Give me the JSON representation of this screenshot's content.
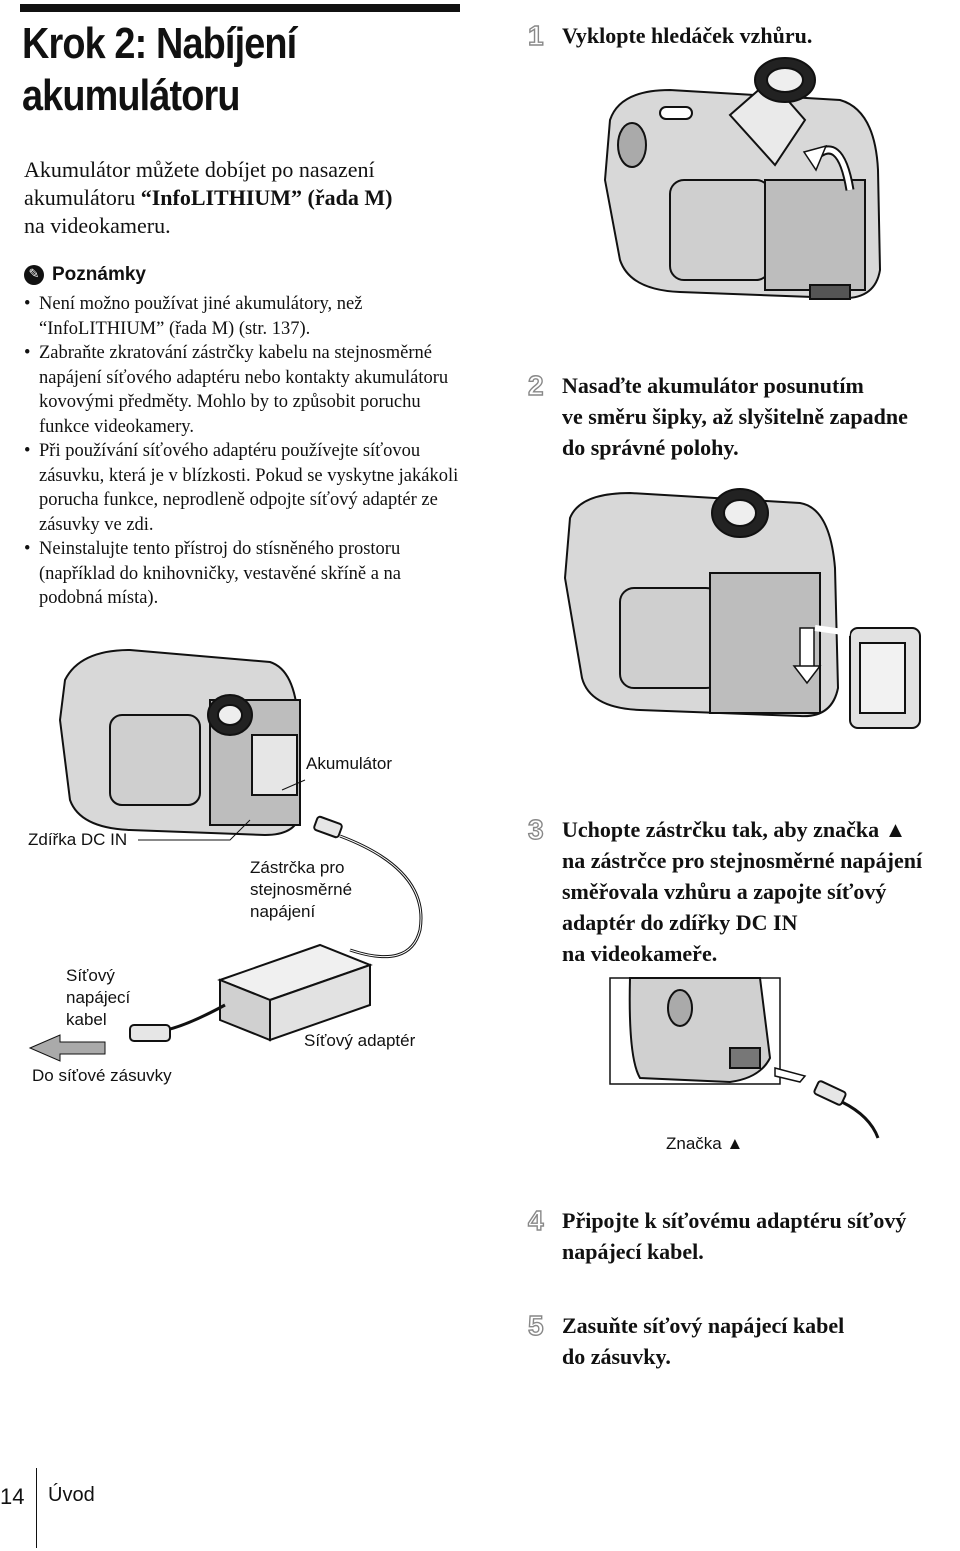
{
  "header": {
    "title_line1": "Krok 2: Nabíjení",
    "title_line2": "akumulátoru"
  },
  "intro": {
    "line1": "Akumulátor můžete dobíjet po nasazení",
    "line2_pre": "akumulátoru ",
    "line2_bold": "“InfoLITHIUM” (řada M)",
    "line3": "na videokameru."
  },
  "notes": {
    "heading": "Poznámky",
    "icon": "note-icon",
    "items": [
      "Není možno používat jiné akumulátory, než “InfoLITHIUM” (řada M) (str. 137).",
      "Zabraňte zkratování zástrčky kabelu na stejnosměrné napájení síťového adaptéru nebo kontakty akumulátoru kovovými předměty. Mohlo by to způsobit poruchu funkce videokamery.",
      "Při používání síťového adaptéru používejte síťovou zásuvku, která je v blízkosti. Pokud se vyskytne jakákoli porucha funkce, neprodleně odpojte síťový adaptér ze zásuvky ve zdi.",
      "Neinstalujte tento přístroj do stísněného prostoru (například do knihovničky, vestavěné skříně a na podobná místa)."
    ]
  },
  "steps": [
    {
      "num": "1",
      "text_lines": [
        "Vyklopte hledáček vzhůru."
      ]
    },
    {
      "num": "2",
      "text_lines": [
        "Nasaďte akumulátor posunutím",
        "ve směru šipky, až slyšitelně zapadne",
        "do správné polohy."
      ]
    },
    {
      "num": "3",
      "text_lines": [
        "Uchopte zástrčku tak, aby značka ▲",
        "na zástrčce pro stejnosměrné napájení",
        "směřovala vzhůru a zapojte síťový",
        "adaptér do zdířky DC IN",
        "na videokameře."
      ]
    },
    {
      "num": "4",
      "text_lines": [
        "Připojte k síťovému adaptéru síťový",
        "napájecí kabel."
      ]
    },
    {
      "num": "5",
      "text_lines": [
        "Zasuňte síťový napájecí kabel",
        "do zásuvky."
      ]
    }
  ],
  "diagram_labels": {
    "battery": "Akumulátor",
    "dc_in": "Zdířka DC IN",
    "dc_plug": [
      "Zástrčka pro",
      "stejnosměrné",
      "napájení"
    ],
    "power_cord": [
      "Síťový",
      "napájecí",
      "kabel"
    ],
    "ac_adaptor": "Síťový adaptér",
    "to_outlet": "Do síťové zásuvky",
    "mark": "Značka ▲"
  },
  "footer": {
    "page_number": "14",
    "section": "Úvod"
  }
}
